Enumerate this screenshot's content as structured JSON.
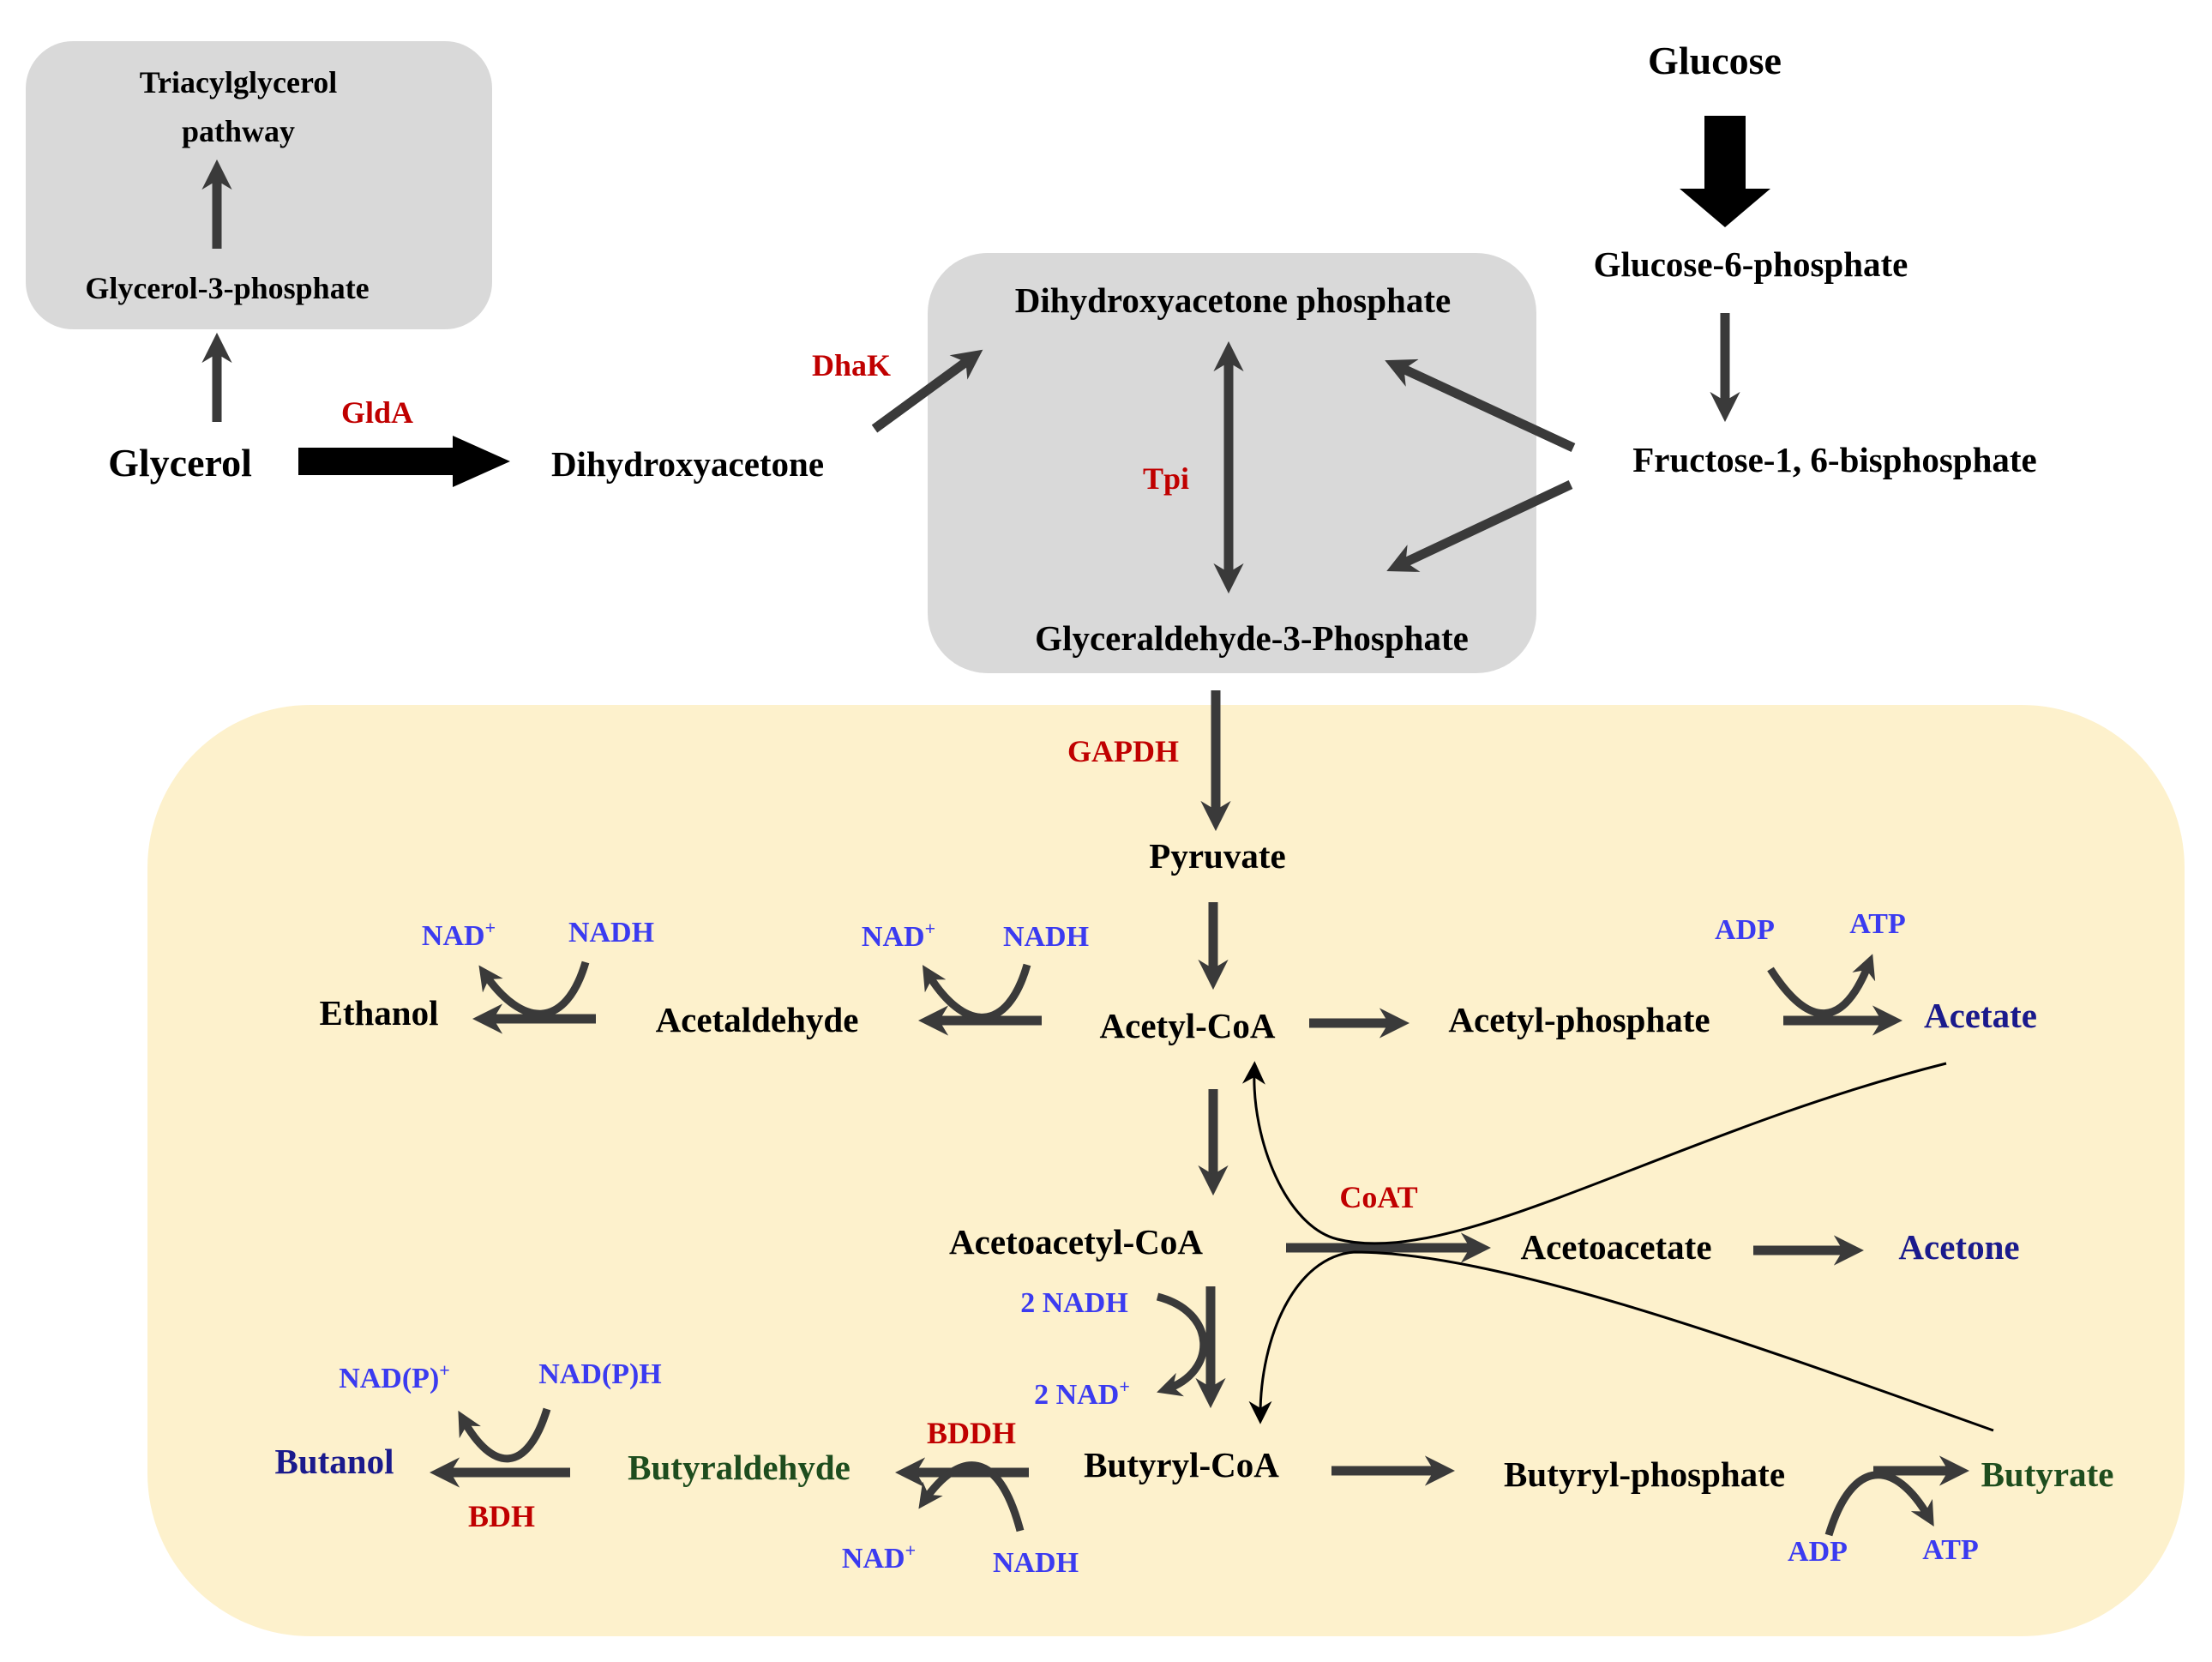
{
  "colors": {
    "metabolite": "#000000",
    "enzyme": "#c00000",
    "cofactor": "#3b3bf0",
    "product_blue": "#1a1a8c",
    "product_green": "#1e4d1e",
    "gray_box": "#d9d9d9",
    "yellow_box": "#fdf1cc",
    "arrow": "#3a3a3a"
  },
  "boxes": {
    "tag_pathway_title_line1": "Triacylglycerol",
    "tag_pathway_title_line2": "pathway"
  },
  "metabolites": {
    "glycerol": "Glycerol",
    "glycerol_3_phosphate": "Glycerol-3-phosphate",
    "dihydroxyacetone": "Dihydroxyacetone",
    "dihydroxyacetone_phosphate": "Dihydroxyacetone phosphate",
    "glyceraldehyde_3_phosphate": "Glyceraldehyde-3-Phosphate",
    "glucose": "Glucose",
    "glucose_6_phosphate": "Glucose-6-phosphate",
    "fructose_bisphosphate": "Fructose-1, 6-bisphosphate",
    "pyruvate": "Pyruvate",
    "ethanol": "Ethanol",
    "acetaldehyde": "Acetaldehyde",
    "acetyl_coa": "Acetyl-CoA",
    "acetyl_phosphate": "Acetyl-phosphate",
    "acetate": "Acetate",
    "acetoacetyl_coa": "Acetoacetyl-CoA",
    "acetoacetate": "Acetoacetate",
    "acetone": "Acetone",
    "butanol": "Butanol",
    "butyraldehyde": "Butyraldehyde",
    "butyryl_coa": "Butyryl-CoA",
    "butyryl_phosphate": "Butyryl-phosphate",
    "butyrate": "Butyrate"
  },
  "enzymes": {
    "glda": "GldA",
    "dhak": "DhaK",
    "tpi": "Tpi",
    "gapdh": "GAPDH",
    "coat": "CoAT",
    "bddh": "BDDH",
    "bdh": "BDH"
  },
  "cofactors": {
    "ethanol_nad": "NAD",
    "ethanol_nad_sup": "+",
    "ethanol_nadh": "NADH",
    "acetaldehyde_nad": "NAD",
    "acetaldehyde_nad_sup": "+",
    "acetaldehyde_nadh": "NADH",
    "acetate_adp": "ADP",
    "acetate_atp": "ATP",
    "acetoacetyl_2nadh": "2 NADH",
    "acetoacetyl_2nad": "2 NAD",
    "acetoacetyl_2nad_sup": "+",
    "butanol_nadp": "NAD(P)",
    "butanol_nadp_sup": "+",
    "butanol_nadph": "NAD(P)H",
    "butyraldehyde_nad": "NAD",
    "butyraldehyde_nad_sup": "+",
    "butyraldehyde_nadh": "NADH",
    "butyrate_adp": "ADP",
    "butyrate_atp": "ATP"
  }
}
